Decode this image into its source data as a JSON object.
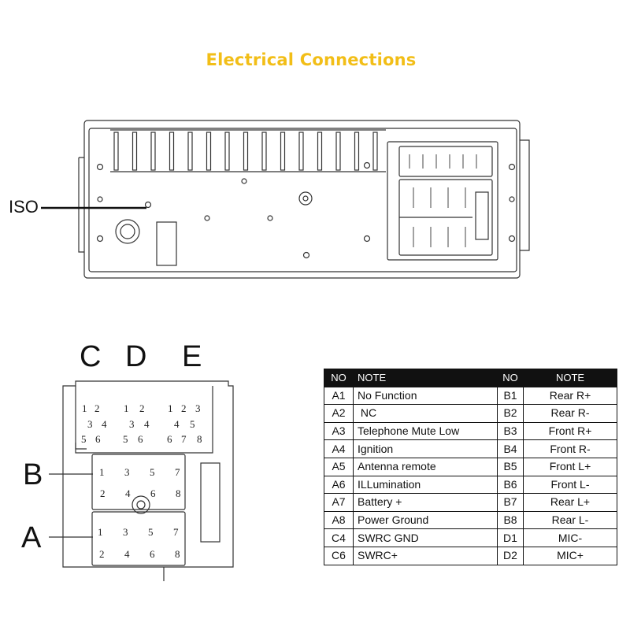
{
  "title": "Electrical Connections",
  "iso_label": "ISO",
  "connector_labels": {
    "c": "C",
    "d": "D",
    "e": "E",
    "b": "B",
    "a": "A"
  },
  "pin_numbers": {
    "c_top": [
      "1",
      "2"
    ],
    "c_mid": [
      "3",
      "4"
    ],
    "c_bot": [
      "5",
      "6"
    ],
    "d_top": [
      "1",
      "2"
    ],
    "d_mid": [
      "3",
      "4"
    ],
    "d_bot": [
      "5",
      "6"
    ],
    "e_top": [
      "1",
      "2",
      "3"
    ],
    "e_mid": [
      "4",
      "5"
    ],
    "e_bot": [
      "6",
      "7",
      "8"
    ],
    "b_odd": [
      "1",
      "3",
      "5",
      "7"
    ],
    "b_even": [
      "2",
      "4",
      "6",
      "8"
    ],
    "a_odd": [
      "1",
      "3",
      "5",
      "7"
    ],
    "a_even": [
      "2",
      "4",
      "6",
      "8"
    ]
  },
  "table": {
    "headers": [
      "NO",
      "NOTE",
      "NO",
      "NOTE"
    ],
    "rows": [
      [
        "A1",
        "No Function",
        "B1",
        "Rear R+"
      ],
      [
        "A2",
        " NC",
        "B2",
        "Rear R-"
      ],
      [
        "A3",
        "Telephone Mute Low",
        "B3",
        "Front R+"
      ],
      [
        "A4",
        "Ignition",
        "B4",
        "Front R-"
      ],
      [
        "A5",
        "Antenna remote",
        "B5",
        "Front L+"
      ],
      [
        "A6",
        "ILLumination",
        "B6",
        "Front L-"
      ],
      [
        "A7",
        "Battery +",
        "B7",
        "Rear L+"
      ],
      [
        "A8",
        "Power Ground",
        "B8",
        "Rear L-"
      ],
      [
        "C4",
        "SWRC GND",
        "D1",
        "MIC-"
      ],
      [
        "C6",
        "SWRC+",
        "D2",
        "MIC+"
      ]
    ]
  },
  "colors": {
    "title": "#f2be17",
    "line": "#111111"
  }
}
